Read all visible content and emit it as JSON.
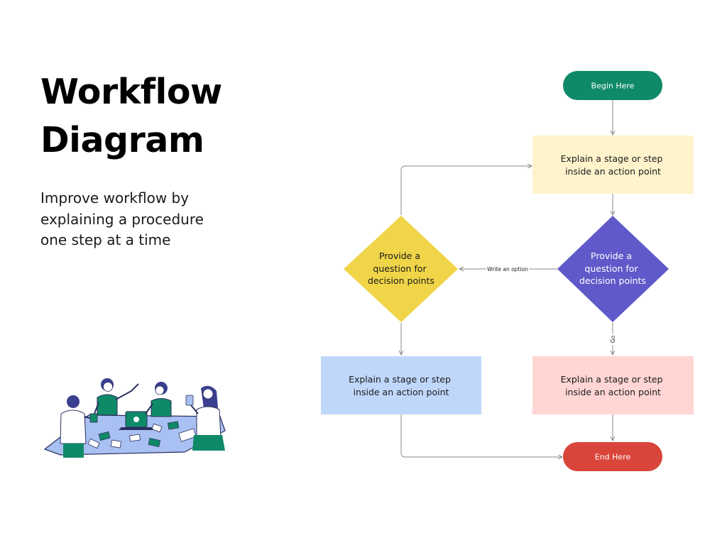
{
  "title": {
    "line1": "Workflow",
    "line2": "Diagram"
  },
  "subtitle": "Improve workflow by explaining a procedure one step at a time",
  "colors": {
    "start": "#0f8a68",
    "end": "#d9453a",
    "step_top": "#fff3cc",
    "decision_right": "#6059c9",
    "decision_left": "#f0d548",
    "step_left": "#bfd7fb",
    "step_right": "#ffd6d4",
    "edge": "#8a8a8a"
  },
  "diagram": {
    "nodes": {
      "start": {
        "label": "Begin Here"
      },
      "step_top": {
        "label_lines": [
          "Explain a stage or step",
          "inside an action point"
        ]
      },
      "decision_right": {
        "label_lines": [
          "Provide a",
          "question for",
          "decision points"
        ]
      },
      "decision_left": {
        "label_lines": [
          "Provide a",
          "question for",
          "decision points"
        ]
      },
      "step_left": {
        "label_lines": [
          "Explain a stage or step",
          "inside an action point"
        ]
      },
      "step_right": {
        "label_lines": [
          "Explain a stage or step",
          "inside an action point"
        ]
      },
      "end": {
        "label": "End Here"
      }
    },
    "edges": {
      "decision_right_to_left": {
        "label": "Write an option"
      },
      "decision_right_to_step": {
        "label": "Go"
      }
    }
  }
}
